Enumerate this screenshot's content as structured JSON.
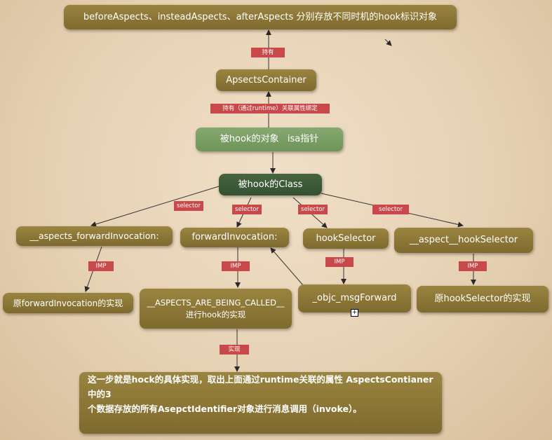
{
  "nodes": {
    "top": "beforeAspects、insteadAspects、afterAspects 分别存放不同时机的hook标识对象",
    "container": "ApsectsContainer",
    "hooked_object": "被hook的对象   isa指针",
    "hooked_class": "被hook的Class",
    "aspects_forward": "__aspects_forwardInvocation:",
    "forward_invocation": "forwardInvocation:",
    "hook_selector": "hookSelector",
    "aspect_hook_selector": "__aspect__hookSelector",
    "orig_forward": "原forwardInvocation的实现",
    "being_called_line1": "__ASPECTS_ARE_BEING_CALLED__",
    "being_called_line2": "进行hook的实现",
    "msg_forward": "_objc_msgForward",
    "orig_hook_selector": "原hookSelector的实现",
    "bottom_line1": "这一步就是hock的具体实现，取出上面通过runtime关联的属性 AspectsContianer 中的3",
    "bottom_line2": "个数据存放的所有AsepctIdentifier对象进行消息调用（invoke）。"
  },
  "labels": {
    "hold": "持有",
    "hold_runtime": "持有（通过runtime）关联属性绑定",
    "selector_1": "selector",
    "selector_2": "selector",
    "selector_3": "selector",
    "selector_4": "selector",
    "imp_1": "IMP",
    "imp_2": "IMP",
    "imp_3": "IMP",
    "imp_4": "IMP",
    "implement": "实现"
  },
  "colors": {
    "node_gold": "#8a7535",
    "node_green": "#7a9e64",
    "node_dark_green": "#3d5a36",
    "label_red": "#c9494a",
    "background": "#e6d1b3"
  }
}
